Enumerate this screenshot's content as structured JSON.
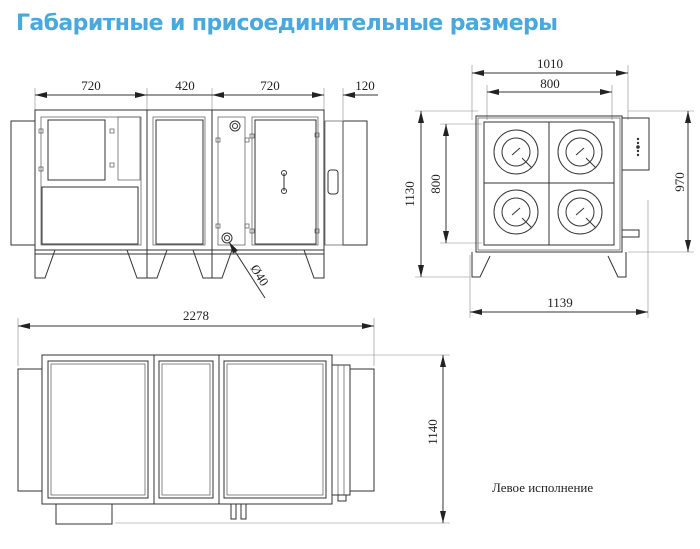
{
  "title": "Габаритные и присоединительные размеры",
  "colors": {
    "title": "#4aa8dc",
    "lines": "#333333",
    "background": "#ffffff"
  },
  "front_view": {
    "dimensions": {
      "section1": "720",
      "section2": "420",
      "section3": "720",
      "section4": "120"
    },
    "drain_label": "Ø40"
  },
  "side_view": {
    "dimensions": {
      "outer_width": "1010",
      "inner_width": "800",
      "total_height": "1130",
      "inner_height": "800",
      "body_height": "970",
      "total_width": "1139"
    },
    "fans": 4
  },
  "top_view": {
    "dimensions": {
      "total_length": "2278",
      "total_depth": "1140"
    }
  },
  "note": "Левое исполнение"
}
